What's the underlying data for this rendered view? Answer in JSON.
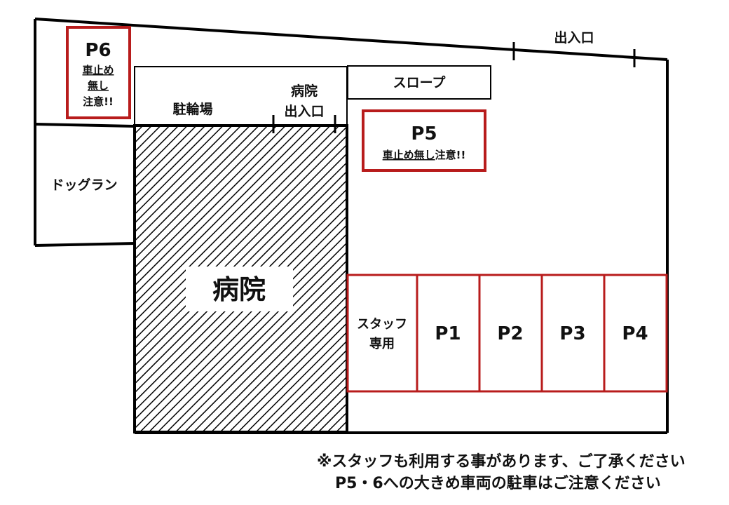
{
  "colors": {
    "line": "#000000",
    "parking_border": "#b81c1c",
    "background": "#ffffff"
  },
  "map": {
    "entrance_label": "出入口",
    "slope_label": "スロープ",
    "bicycle_parking_label": "駐輪場",
    "hospital_entrance_label": [
      "病院",
      "出入口"
    ],
    "dog_run_label": "ドッグラン",
    "hospital_label": "病院",
    "p6": {
      "name": "P6",
      "lines": [
        "車止め",
        "無し",
        "注意!!"
      ]
    },
    "p5": {
      "name": "P5",
      "warning_underlined": "車止め無し",
      "warning_rest": "注意!!"
    },
    "staff_space": [
      "スタッフ",
      "専用"
    ],
    "spaces": [
      "P1",
      "P2",
      "P3",
      "P4"
    ]
  },
  "notes": [
    "※スタッフも利用する事があります、ご了承ください",
    "P5・6への大きめ車両の駐車はご注意ください"
  ]
}
